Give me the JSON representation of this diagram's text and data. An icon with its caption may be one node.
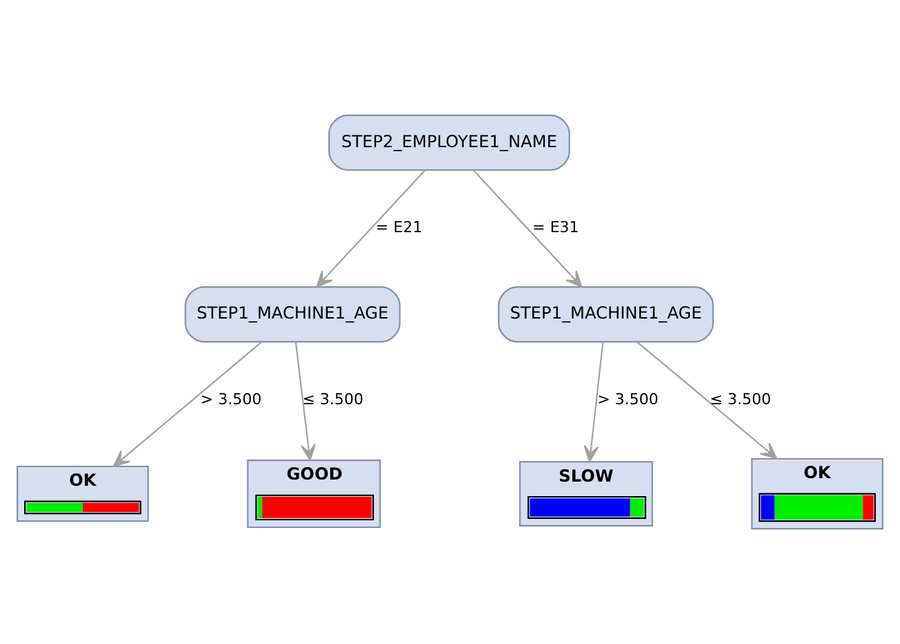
{
  "diagram": {
    "nodes": [
      {
        "text": [
          "STEP2_EMPLOYEE1_NAME"
        ]
      },
      {
        "text": [
          "STEP1_MACHINE1_AGE"
        ]
      },
      {
        "text": [
          "STEP1_MACHINE1_AGE"
        ]
      },
      {
        "text": [
          "OK"
        ]
      },
      {
        "text": [
          "GOOD"
        ]
      },
      {
        "text": [
          "SLOW"
        ]
      },
      {
        "text": [
          "OK"
        ]
      }
    ],
    "edges": [
      {
        "from": 0,
        "to": 1,
        "arrow": "to",
        "label": "= E21"
      },
      {
        "from": 0,
        "to": 2,
        "arrow": "to",
        "label": "= E31"
      },
      {
        "from": 1,
        "to": 3,
        "arrow": "to",
        "label": "> 3.500"
      },
      {
        "from": 1,
        "to": 4,
        "arrow": "to",
        "label": "≤ 3.500"
      },
      {
        "from": 2,
        "to": 5,
        "arrow": "to",
        "label": "> 3.500"
      },
      {
        "from": 2,
        "to": 6,
        "arrow": "to",
        "label": "≤ 3.500"
      }
    ]
  }
}
